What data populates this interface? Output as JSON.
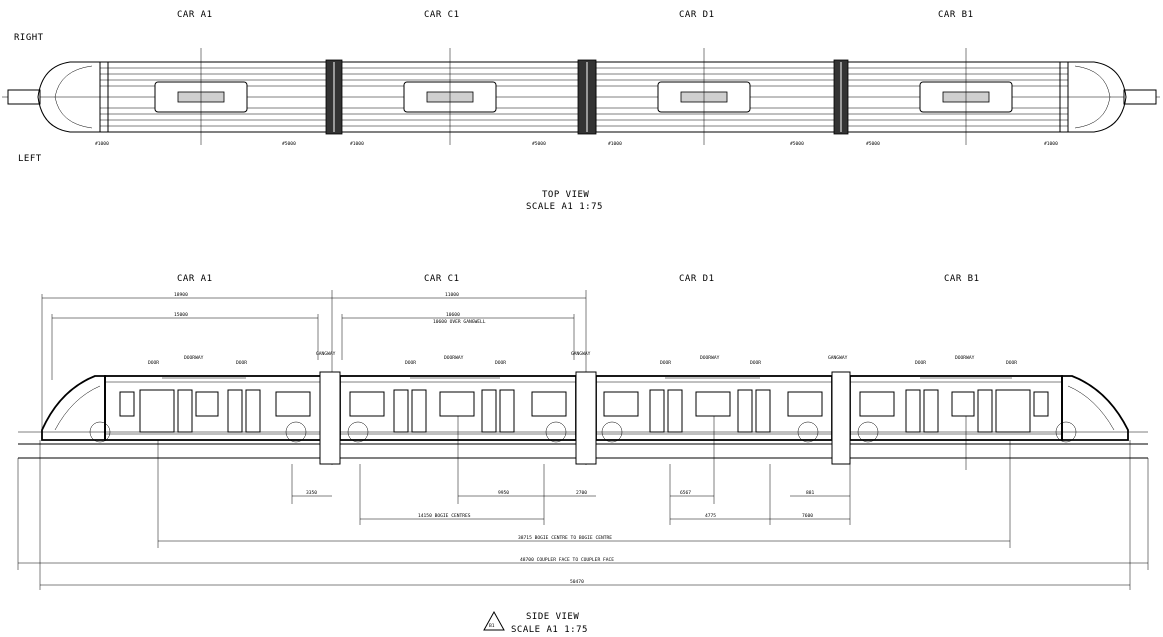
{
  "top_view": {
    "car_labels": [
      "CAR A1",
      "CAR C1",
      "CAR D1",
      "CAR B1"
    ],
    "side_right": "RIGHT",
    "side_left": "LEFT",
    "title": "TOP VIEW",
    "scale": "SCALE A1 1:75"
  },
  "side_view": {
    "car_labels": [
      "CAR A1",
      "CAR C1",
      "CAR D1",
      "CAR B1"
    ],
    "title": "SIDE VIEW",
    "scale": "SCALE A1 1:75",
    "callout_symbol": "B1",
    "gangway_label": "GANGWAY",
    "dims": {
      "car_a1_overall": "18900",
      "car_a1_body": "15000",
      "car_c1_overall": "11000",
      "car_c1_note": "10600 OVER GANGWELL",
      "gap_a1": "3350",
      "bogie_c1": "9950",
      "gap_c1": "2700",
      "bogie_centres": "14150 BOGIE CENTRES",
      "d1_a": "6567",
      "d1_b": "4775",
      "d1_c": "881",
      "b1_a": "7600",
      "total_bogie": "38715 BOGIE CENTRE TO BOGIE CENTRE",
      "total_coupler": "48700 COUPLER FACE TO COUPLER FACE",
      "overall": "50470"
    }
  }
}
